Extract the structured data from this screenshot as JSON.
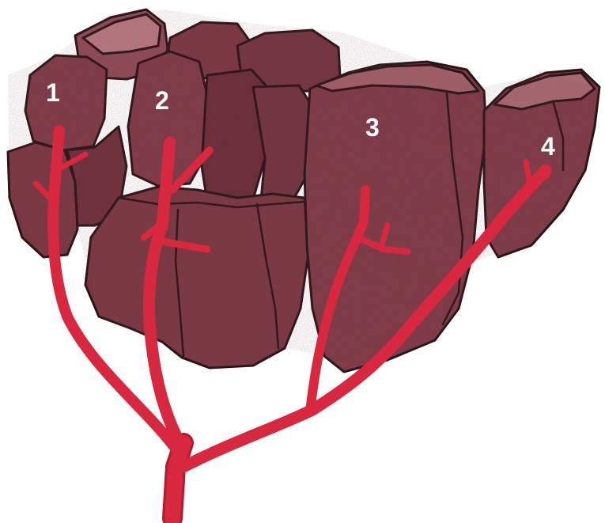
{
  "colors": {
    "lobe_fill": "#7e3a46",
    "lobe_highlight": "#a86870",
    "lobe_shadow": "#5a2630",
    "outline": "#2a1418",
    "vessel": "#d8283f",
    "vessel_shade": "#b11a30",
    "label_text": "#ffffff"
  },
  "labels": [
    "1",
    "2",
    "3",
    "4"
  ]
}
